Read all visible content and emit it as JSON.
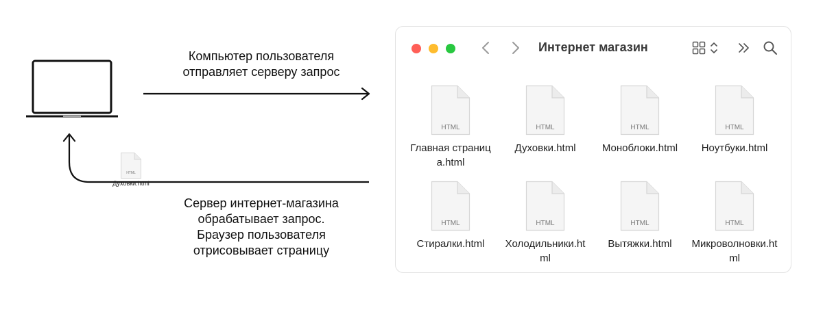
{
  "diagram": {
    "request_caption": [
      "Компьютер пользователя",
      "отправляет серверу запрос"
    ],
    "response_caption": [
      "Сервер интернет-магазина",
      "обрабатывает запрос.",
      "Браузер пользователя",
      "отрисовывает страницу"
    ],
    "returned_file": {
      "badge": "HTML",
      "name": "Духовки.html"
    }
  },
  "finder": {
    "title": "Интернет магазин",
    "icons": [
      "chevron-left-icon",
      "chevron-right-icon",
      "grid-view-icon",
      "sort-chevrons-icon",
      "double-chevron-icon",
      "search-icon"
    ],
    "file_badge": "HTML",
    "files": [
      {
        "name": "Главная страница.html"
      },
      {
        "name": "Духовки.html"
      },
      {
        "name": "Моноблоки.html"
      },
      {
        "name": "Ноутбуки.html"
      },
      {
        "name": "Стиралки.html"
      },
      {
        "name": "Холодильники.html"
      },
      {
        "name": "Вытяжки.html"
      },
      {
        "name": "Микроволновки.html"
      }
    ]
  },
  "colors": {
    "close": "#ff5f57",
    "minimize": "#febc2e",
    "zoom": "#28c840",
    "line": "#111111",
    "file_fill": "#f5f5f5",
    "file_stroke": "#d6d6d6"
  }
}
